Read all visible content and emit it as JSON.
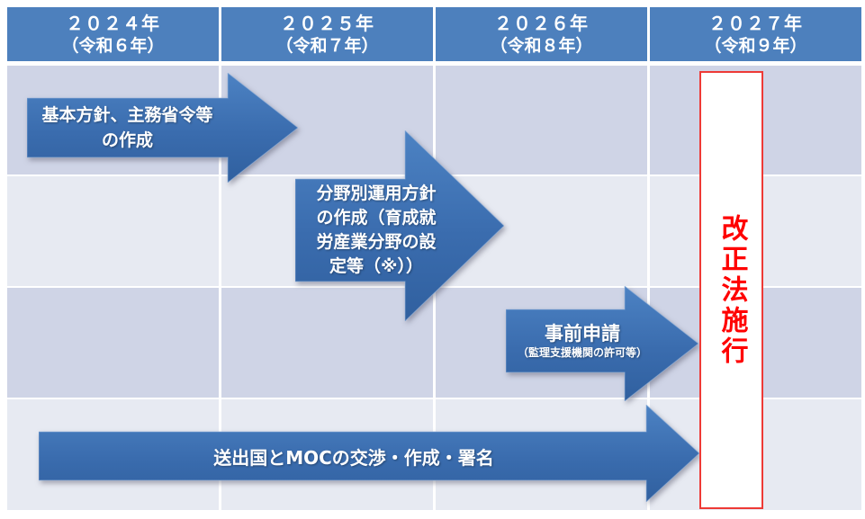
{
  "header": {
    "columns": [
      {
        "year": "２０２４年",
        "era": "（令和６年）"
      },
      {
        "year": "２０２５年",
        "era": "（令和７年）"
      },
      {
        "year": "２０２６年",
        "era": "（令和８年）"
      },
      {
        "year": "２０２７年",
        "era": "（令和９年）"
      }
    ]
  },
  "arrows": {
    "basic_policy": {
      "lines": [
        "基本方針、主務省令等",
        "の作成"
      ]
    },
    "field_policy": {
      "lines": [
        "分野別運用方針",
        "の作成（育成就",
        "労産業分野の設",
        "定等（※））"
      ]
    },
    "advance_application": {
      "main": "事前申請",
      "sub": "（監理支援機関の許可等）"
    },
    "moc": {
      "label": "送出国とMOCの交渉・作成・署名"
    }
  },
  "milestone": {
    "label": "改正法施行"
  },
  "colors": {
    "header_bg": "#4d80bd",
    "band_dark": "#cfd4e6",
    "band_light": "#e7eaf2",
    "arrow_gradient_top": "#4c82c3",
    "arrow_gradient_bottom": "#30609f",
    "milestone_border": "#ee3a36",
    "milestone_text": "#ff0000",
    "label_text": "#ffffff"
  }
}
